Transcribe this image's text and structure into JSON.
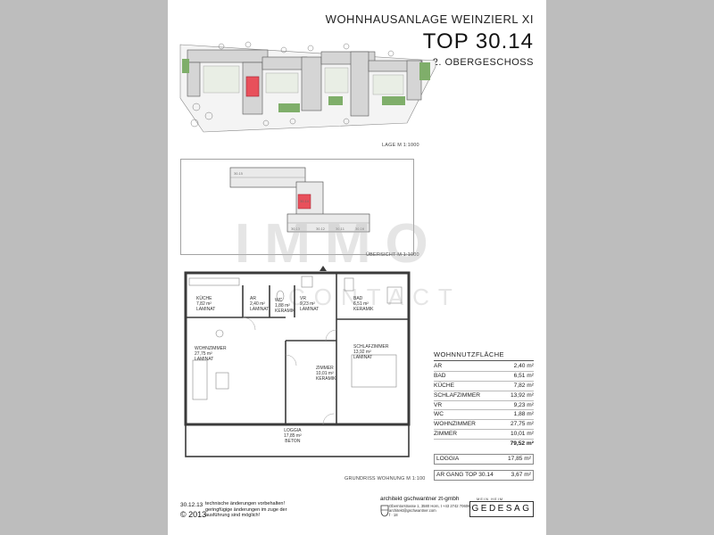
{
  "header": {
    "project": "WOHNHAUSANLAGE WEINZIERL XI",
    "unit": "TOP 30.14",
    "floor": "2. OBERGESCHOSS"
  },
  "scales": {
    "site": "LAGE M 1:1000",
    "overview": "ÜBERSICHT M 1:1000",
    "plan": "GRUNDRISS WOHNUNG M 1:100"
  },
  "watermark": {
    "main": "IMMO",
    "sub": "CONTACT"
  },
  "rooms": [
    {
      "name": "KÜCHE",
      "area": "7,82 m²",
      "floor": "LAMINAT"
    },
    {
      "name": "AR",
      "area": "2,40 m²",
      "floor": "LAMINAT"
    },
    {
      "name": "WC",
      "area": "1,88 m²",
      "floor": "KERAMIK"
    },
    {
      "name": "VR",
      "area": "9,23 m²",
      "floor": "LAMINAT"
    },
    {
      "name": "BAD",
      "area": "6,51 m²",
      "floor": "KERAMIK"
    },
    {
      "name": "WOHNZIMMER",
      "area": "27,75 m²",
      "floor": "LAMINAT"
    },
    {
      "name": "SCHLAFZIMMER",
      "area": "13,92 m²",
      "floor": "LAMINAT"
    },
    {
      "name": "ZIMMER",
      "area": "10,01 m²",
      "floor": "KERAMIK"
    },
    {
      "name": "LOGGIA",
      "area": "17,85 m²",
      "floor": "BETON"
    }
  ],
  "overview_labels": [
    "30.15",
    "30.14",
    "30.13",
    "30.12",
    "30.11",
    "30.16"
  ],
  "area_table": {
    "heading": "WOHNNUTZFLÄCHE",
    "rows": [
      {
        "label": "AR",
        "value": "2,40 m²"
      },
      {
        "label": "BAD",
        "value": "6,51 m²"
      },
      {
        "label": "KÜCHE",
        "value": "7,82 m²"
      },
      {
        "label": "SCHLAFZIMMER",
        "value": "13,92 m²"
      },
      {
        "label": "VR",
        "value": "9,23 m²"
      },
      {
        "label": "WC",
        "value": "1,88 m²"
      },
      {
        "label": "WOHNZIMMER",
        "value": "27,75 m²"
      },
      {
        "label": "ZIMMER",
        "value": "10,01 m²"
      }
    ],
    "total": "79,52 m²",
    "loggia": {
      "label": "LOGGIA",
      "value": "17,85 m²"
    },
    "argang": {
      "label": "AR GANG TOP 30.14",
      "value": "3,67 m²"
    }
  },
  "footer": {
    "date": "30.12.13",
    "copyright": "© 2013",
    "note": "technische änderungen vorbehalten! geringfügige änderungen im zuge der ausführung sind möglich!",
    "architect": "architekt gschwantner zt-gmbh",
    "address": "Oberntorstrasse 1, 3580 Horn, t +43 2742 70606, architekt@gschwantner.com",
    "page": "f · 18",
    "gedesag_tagline": "MEIN HEIM",
    "gedesag": "GEDESAG"
  },
  "colors": {
    "highlight": "#e8505b",
    "green": "#7fae6a",
    "wall": "#3a3a3a",
    "paper": "#ffffff"
  }
}
